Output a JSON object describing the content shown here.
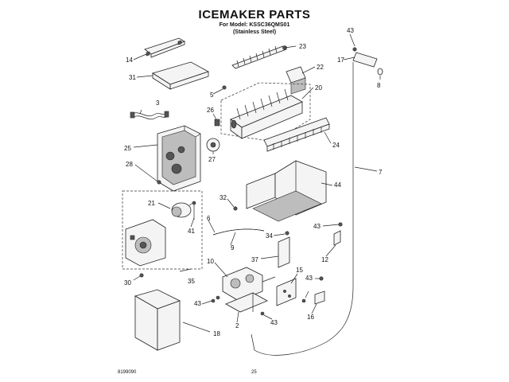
{
  "title": {
    "heading": "ICEMAKER PARTS",
    "model": "For Model: KSSC36QMS01",
    "finish": "(Stainless Steel)"
  },
  "footer": {
    "doc_code": "8199090",
    "page_number": "25"
  },
  "callouts": {
    "p14": "14",
    "p31": "31",
    "p3": "3",
    "p25": "25",
    "p28": "28",
    "p21": "21",
    "p41": "41",
    "p30": "30",
    "p35": "35",
    "p23": "23",
    "p22": "22",
    "p5": "5",
    "p20": "20",
    "p26": "26",
    "p27": "27",
    "p24": "24",
    "p44": "44",
    "p32": "32",
    "p6": "6",
    "p9": "9",
    "p34": "34",
    "p37": "37",
    "p10": "10",
    "p15": "15",
    "p43a": "43",
    "p2": "2",
    "p43b": "43",
    "p18": "18",
    "p43c": "43",
    "p17": "17",
    "p8": "8",
    "p7": "7",
    "p43d": "43",
    "p12": "12",
    "p43e": "43",
    "p16": "16"
  }
}
